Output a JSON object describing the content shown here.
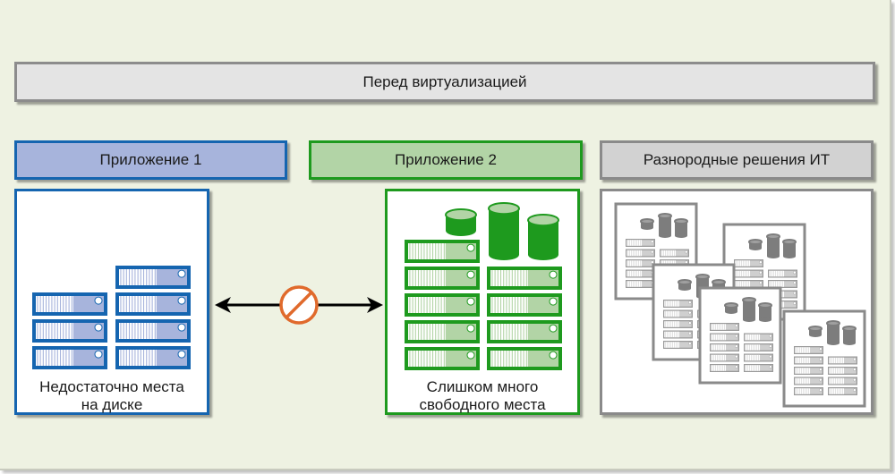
{
  "title": "Перед виртуализацией",
  "sections": [
    {
      "id": "app1",
      "header": "Приложение 1",
      "caption_line1": "Недостаточно места",
      "caption_line2": "на диске",
      "border_color": "#1565b0",
      "header_fill": "#a7b4dc",
      "server_fill": "#a7b4dc"
    },
    {
      "id": "app2",
      "header": "Приложение 2",
      "caption_line1": "Слишком много",
      "caption_line2": "свободного места",
      "border_color": "#1e9a1e",
      "header_fill": "#b2d4a6",
      "server_fill": "#b2d4a6"
    },
    {
      "id": "it",
      "header": "Разнородные решения ИТ",
      "border_color": "#8a8a8a",
      "header_fill": "#d2d2d2",
      "server_fill": "#c8c8c8"
    }
  ],
  "connector": {
    "type": "bidirectional-arrow",
    "symbol": "prohibited",
    "symbol_color": "#e06a2c"
  },
  "title_box": {
    "fill": "#e4e4e4",
    "border": "#8c8c8c"
  }
}
